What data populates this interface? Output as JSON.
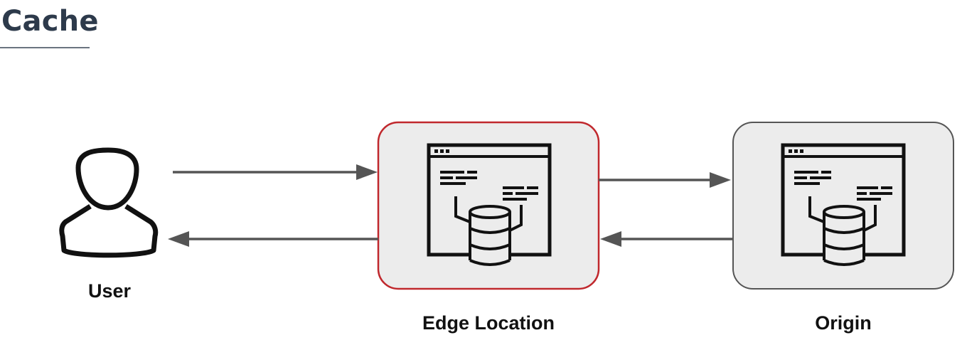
{
  "header": {
    "title": "Cache"
  },
  "nodes": {
    "user": {
      "label": "User",
      "icon": "user-icon"
    },
    "edge": {
      "label": "Edge Location",
      "icon": "web-database-icon",
      "border_color": "#c0282d"
    },
    "origin": {
      "label": "Origin",
      "icon": "web-database-icon",
      "border_color": "#555555"
    }
  },
  "colors": {
    "box_fill": "#ececec",
    "arrow": "#555555",
    "icon_stroke": "#111111"
  }
}
